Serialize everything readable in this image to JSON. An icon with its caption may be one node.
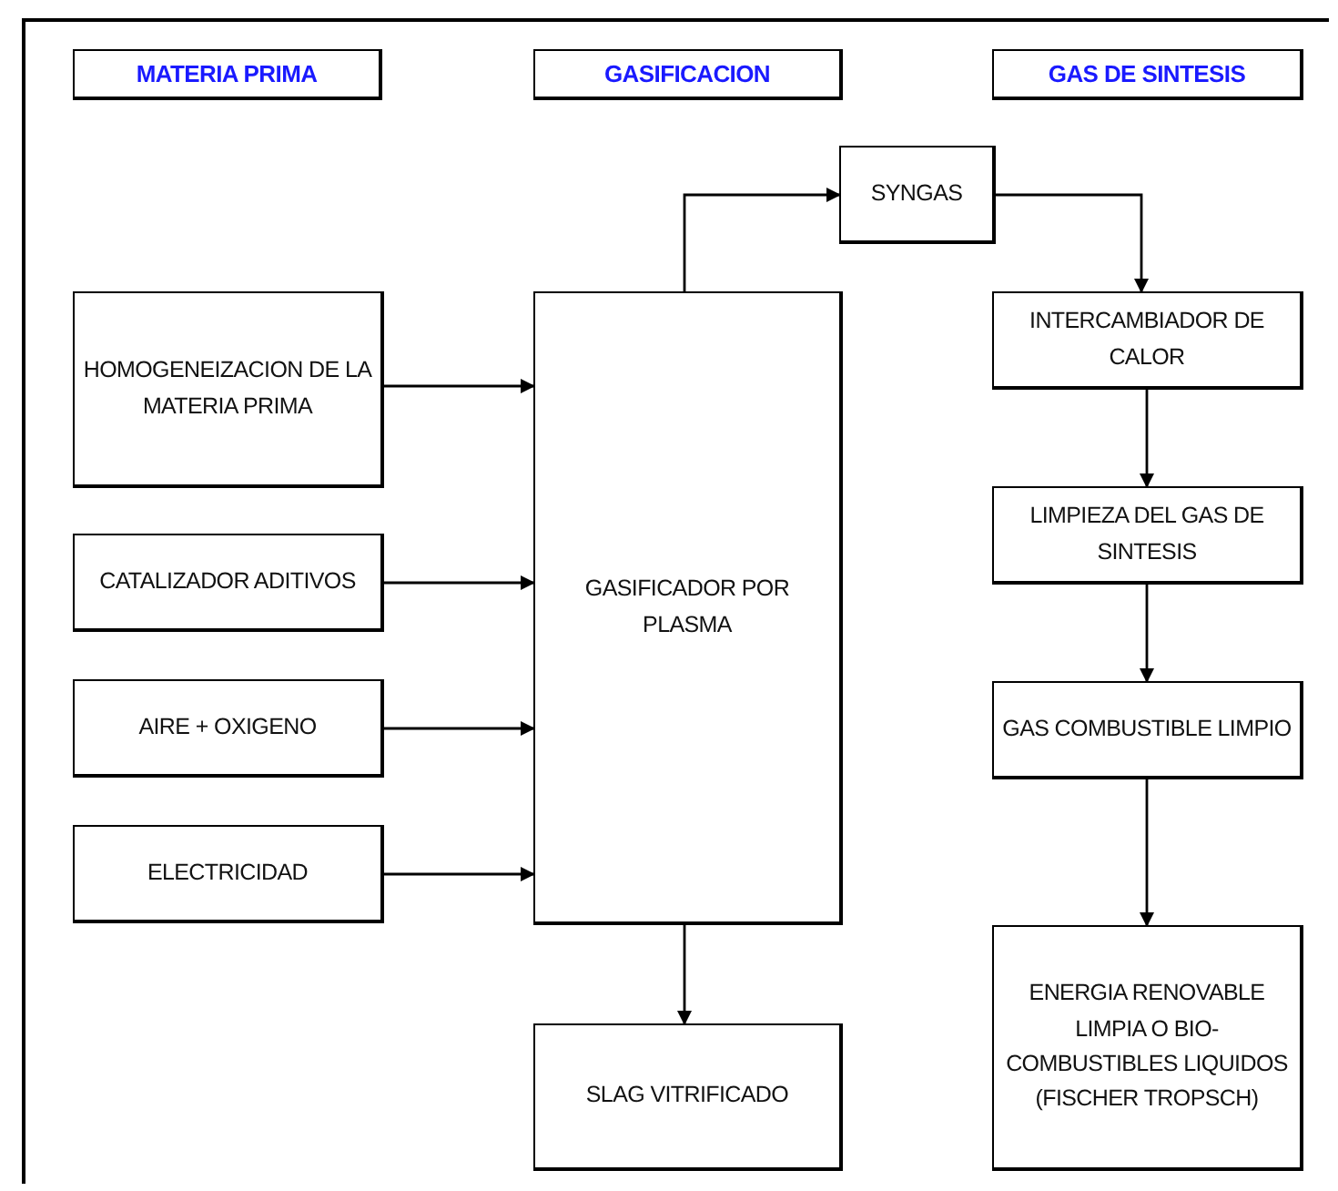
{
  "diagram": {
    "nodes": [
      {
        "text": [
          "MATERIA PRIMA"
        ]
      },
      {
        "text": [
          "GASIFICACION"
        ]
      },
      {
        "text": [
          "GAS DE SINTESIS"
        ]
      },
      {
        "text": [
          "SYNGAS"
        ]
      },
      {
        "text": [
          "HOMOGENEIZACION DE LA MATERIA PRIMA"
        ]
      },
      {
        "text": [
          "CATALIZADOR ADITIVOS"
        ]
      },
      {
        "text": [
          "AIRE + OXIGENO"
        ]
      },
      {
        "text": [
          "ELECTRICIDAD"
        ]
      },
      {
        "text": [
          "GASIFICADOR POR PLASMA"
        ]
      },
      {
        "text": [
          "SLAG VITRIFICADO"
        ]
      },
      {
        "text": [
          "INTERCAMBIADOR DE CALOR"
        ]
      },
      {
        "text": [
          "LIMPIEZA DEL GAS DE SINTESIS"
        ]
      },
      {
        "text": [
          "GAS COMBUSTIBLE LIMPIO"
        ]
      },
      {
        "text": [
          "ENERGIA RENOVABLE LIMPIA O BIO-COMBUSTIBLES LIQUIDOS (FISCHER TROPSCH)"
        ]
      }
    ],
    "edges": [
      {
        "from": 4,
        "to": 8,
        "arrow": "to"
      },
      {
        "from": 5,
        "to": 8,
        "arrow": "to"
      },
      {
        "from": 6,
        "to": 8,
        "arrow": "to"
      },
      {
        "from": 7,
        "to": 8,
        "arrow": "to"
      },
      {
        "from": 8,
        "to": 3,
        "arrow": "to"
      },
      {
        "from": 3,
        "to": 10,
        "arrow": "to"
      },
      {
        "from": 10,
        "to": 11,
        "arrow": "to"
      },
      {
        "from": 11,
        "to": 12,
        "arrow": "to"
      },
      {
        "from": 12,
        "to": 13,
        "arrow": "to"
      },
      {
        "from": 8,
        "to": 9,
        "arrow": "to"
      }
    ]
  }
}
